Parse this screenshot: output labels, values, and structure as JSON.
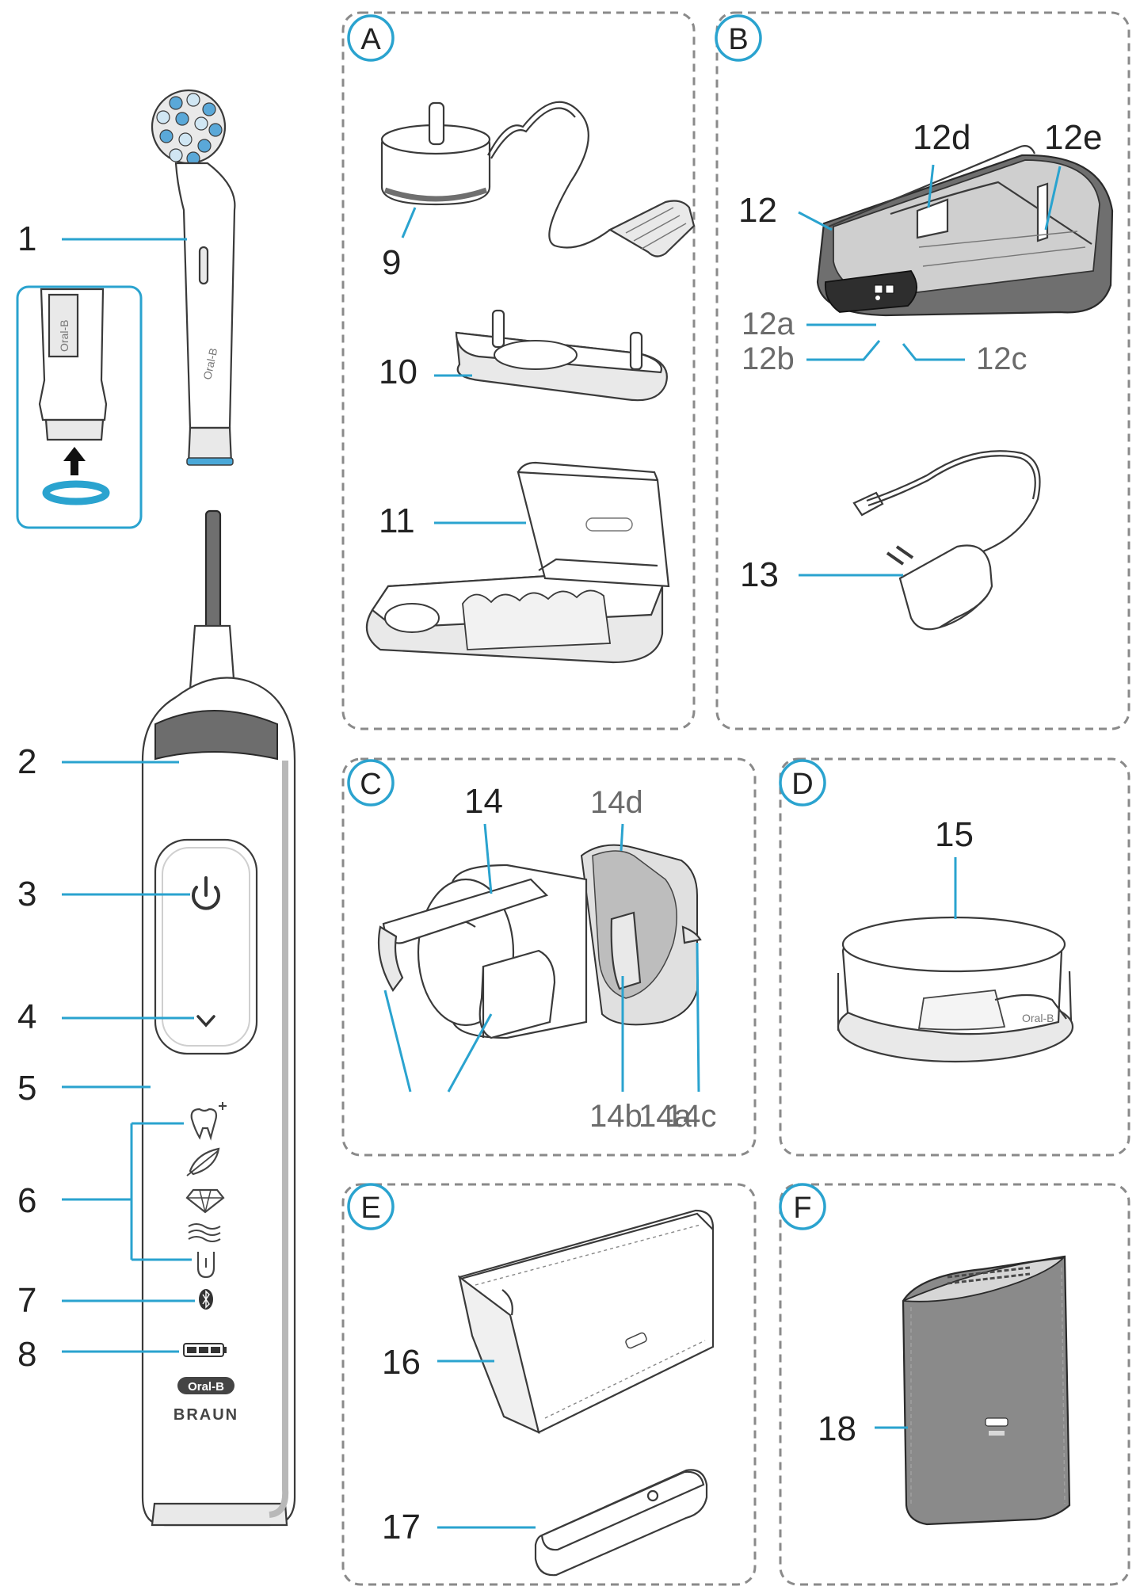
{
  "colors": {
    "accent": "#2aa3cf",
    "outline": "#3a3a3a",
    "panel_border": "#8a8a8a"
  },
  "panels": [
    {
      "id": "A",
      "letter": "A"
    },
    {
      "id": "B",
      "letter": "B"
    },
    {
      "id": "C",
      "letter": "C"
    },
    {
      "id": "D",
      "letter": "D"
    },
    {
      "id": "E",
      "letter": "E"
    },
    {
      "id": "F",
      "letter": "F"
    }
  ],
  "labels": {
    "l1": "1",
    "l2": "2",
    "l3": "3",
    "l4": "4",
    "l5": "5",
    "l6": "6",
    "l7": "7",
    "l8": "8",
    "l9": "9",
    "l10": "10",
    "l11": "11",
    "l12": "12",
    "l12a": "12a",
    "l12b": "12b",
    "l12c": "12c",
    "l12d": "12d",
    "l12e": "12e",
    "l13": "13",
    "l14": "14",
    "l14b": "14b",
    "l14a": "14a",
    "l14c": "14c",
    "l14d": "14d",
    "l15": "15",
    "l16": "16",
    "l17": "17",
    "l18": "18"
  },
  "brand": {
    "oralb": "Oral-B",
    "braun": "BRAUN"
  },
  "icons": [
    "tooth-plus-icon",
    "feather-icon",
    "diamond-icon",
    "waves-icon",
    "tongue-icon",
    "bluetooth-icon",
    "battery-icon",
    "power-icon",
    "chevron-down-icon"
  ]
}
